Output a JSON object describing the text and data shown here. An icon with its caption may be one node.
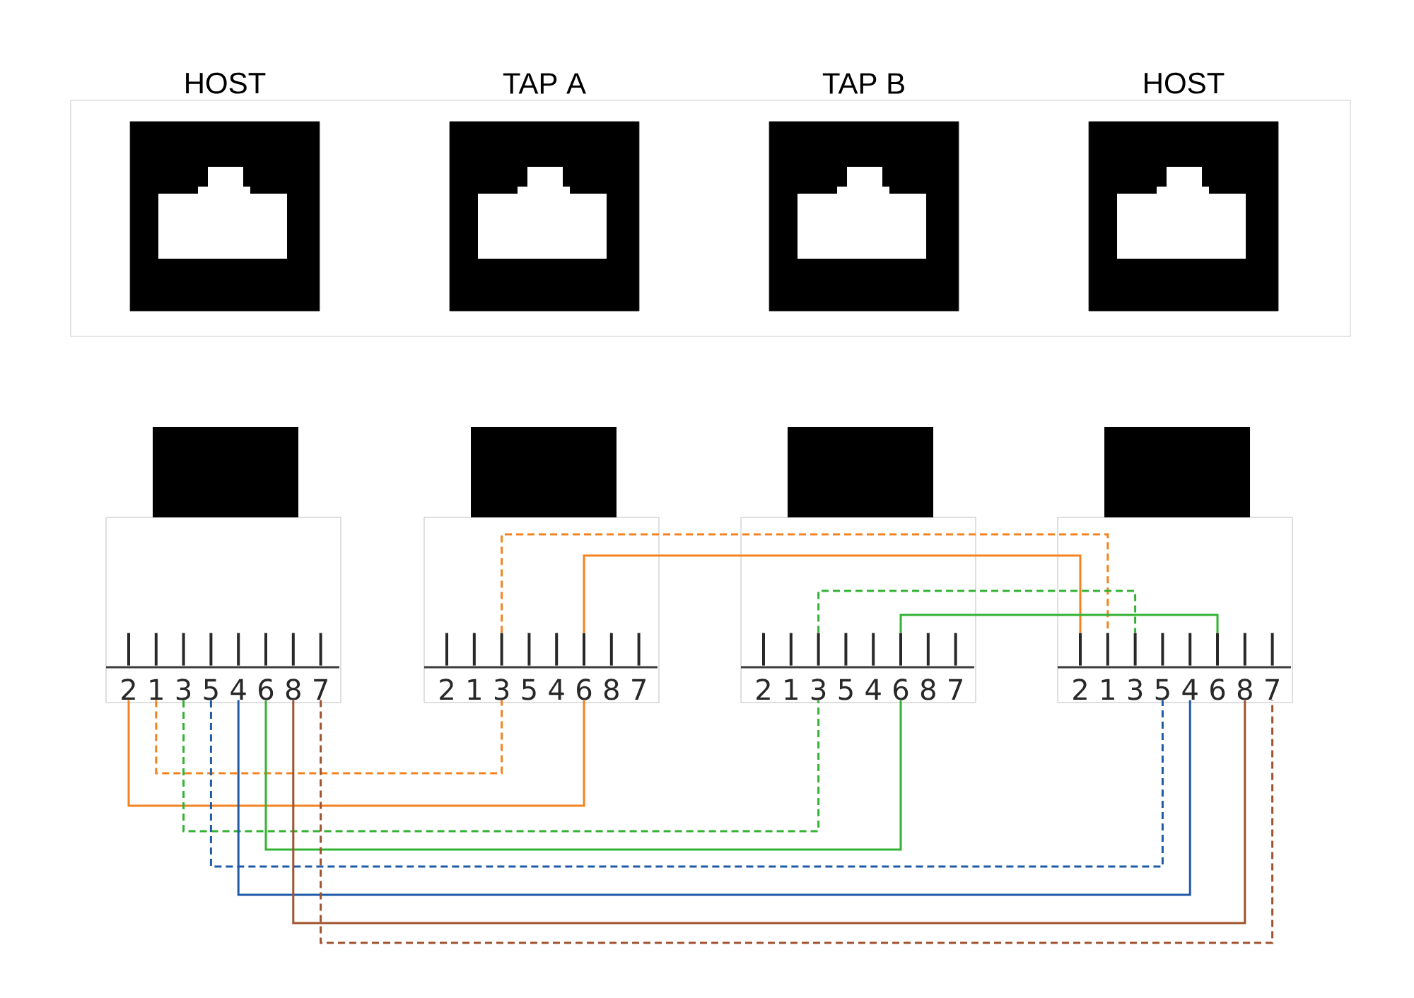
{
  "diagram": {
    "nodes": [
      {
        "text": [
          "HOST"
        ]
      },
      {
        "text": [
          "TAP A"
        ]
      },
      {
        "text": [
          "TAP B"
        ]
      },
      {
        "text": [
          "HOST"
        ]
      },
      {
        "text": [],
        "shape": "box"
      },
      {
        "text": [
          "2"
        ],
        "in": 4
      },
      {
        "text": [
          "1"
        ],
        "in": 4
      },
      {
        "text": [
          "3"
        ],
        "in": 4
      },
      {
        "text": [
          "5"
        ],
        "in": 4
      },
      {
        "text": [
          "4"
        ],
        "in": 4
      },
      {
        "text": [
          "6"
        ],
        "in": 4
      },
      {
        "text": [
          "8"
        ],
        "in": 4
      },
      {
        "text": [
          "7"
        ],
        "in": 4
      },
      {
        "text": [],
        "shape": "box"
      },
      {
        "text": [
          "2"
        ],
        "in": 13
      },
      {
        "text": [
          "1"
        ],
        "in": 13
      },
      {
        "text": [
          "3"
        ],
        "in": 13
      },
      {
        "text": [
          "5"
        ],
        "in": 13
      },
      {
        "text": [
          "4"
        ],
        "in": 13
      },
      {
        "text": [
          "6"
        ],
        "in": 13
      },
      {
        "text": [
          "8"
        ],
        "in": 13
      },
      {
        "text": [
          "7"
        ],
        "in": 13
      },
      {
        "text": [],
        "shape": "box"
      },
      {
        "text": [
          "2"
        ],
        "in": 22
      },
      {
        "text": [
          "1"
        ],
        "in": 22
      },
      {
        "text": [
          "3"
        ],
        "in": 22
      },
      {
        "text": [
          "5"
        ],
        "in": 22
      },
      {
        "text": [
          "4"
        ],
        "in": 22
      },
      {
        "text": [
          "6"
        ],
        "in": 22
      },
      {
        "text": [
          "8"
        ],
        "in": 22
      },
      {
        "text": [
          "7"
        ],
        "in": 22
      },
      {
        "text": [],
        "shape": "box"
      },
      {
        "text": [
          "2"
        ],
        "in": 31
      },
      {
        "text": [
          "1"
        ],
        "in": 31
      },
      {
        "text": [
          "3"
        ],
        "in": 31
      },
      {
        "text": [
          "5"
        ],
        "in": 31
      },
      {
        "text": [
          "4"
        ],
        "in": 31
      },
      {
        "text": [
          "6"
        ],
        "in": 31
      },
      {
        "text": [
          "8"
        ],
        "in": 31
      },
      {
        "text": [
          "7"
        ],
        "in": 31
      }
    ],
    "edges": [
      {
        "from": 5,
        "to": 19,
        "arrow": "none",
        "color": "#f58220"
      },
      {
        "from": 19,
        "to": 32,
        "arrow": "none",
        "color": "#f58220"
      },
      {
        "from": 6,
        "to": 16,
        "arrow": "none",
        "style": "dashed",
        "color": "#f58220"
      },
      {
        "from": 16,
        "to": 33,
        "arrow": "none",
        "style": "dashed",
        "color": "#f58220"
      },
      {
        "from": 7,
        "to": 25,
        "arrow": "none",
        "style": "dashed",
        "color": "#33b233"
      },
      {
        "from": 25,
        "to": 34,
        "arrow": "none",
        "style": "dashed",
        "color": "#33b233"
      },
      {
        "from": 10,
        "to": 28,
        "arrow": "none",
        "color": "#33b233"
      },
      {
        "from": 28,
        "to": 37,
        "arrow": "none",
        "color": "#33b233"
      },
      {
        "from": 8,
        "to": 35,
        "arrow": "none",
        "style": "dashed",
        "color": "#1f5aa8"
      },
      {
        "from": 9,
        "to": 36,
        "arrow": "none",
        "color": "#1f5aa8"
      },
      {
        "from": 11,
        "to": 38,
        "arrow": "none",
        "color": "#a0522d"
      },
      {
        "from": 12,
        "to": 39,
        "arrow": "none",
        "style": "dashed",
        "color": "#a0522d"
      }
    ]
  }
}
